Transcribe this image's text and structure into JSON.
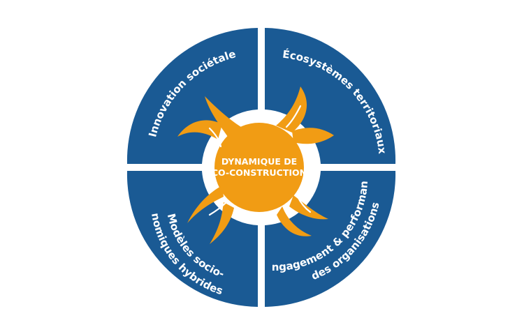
{
  "colors": {
    "quadrant": "#1a5a94",
    "center": "#f19c14",
    "background": "#ffffff",
    "text": "#ffffff"
  },
  "quadrants": [
    {
      "id": "top-left",
      "lines": [
        "Innovation sociétale"
      ]
    },
    {
      "id": "top-right",
      "lines": [
        "Écosystèmes territoriaux"
      ]
    },
    {
      "id": "bottom-left",
      "lines": [
        "Modèles socio-",
        "nomiques hybrides"
      ]
    },
    {
      "id": "bottom-right",
      "lines": [
        "Engagement & performance",
        "des organisations"
      ]
    }
  ],
  "center": {
    "lines": [
      "DYNAMIQUE DE",
      "CO-CONSTRUCTION"
    ]
  }
}
